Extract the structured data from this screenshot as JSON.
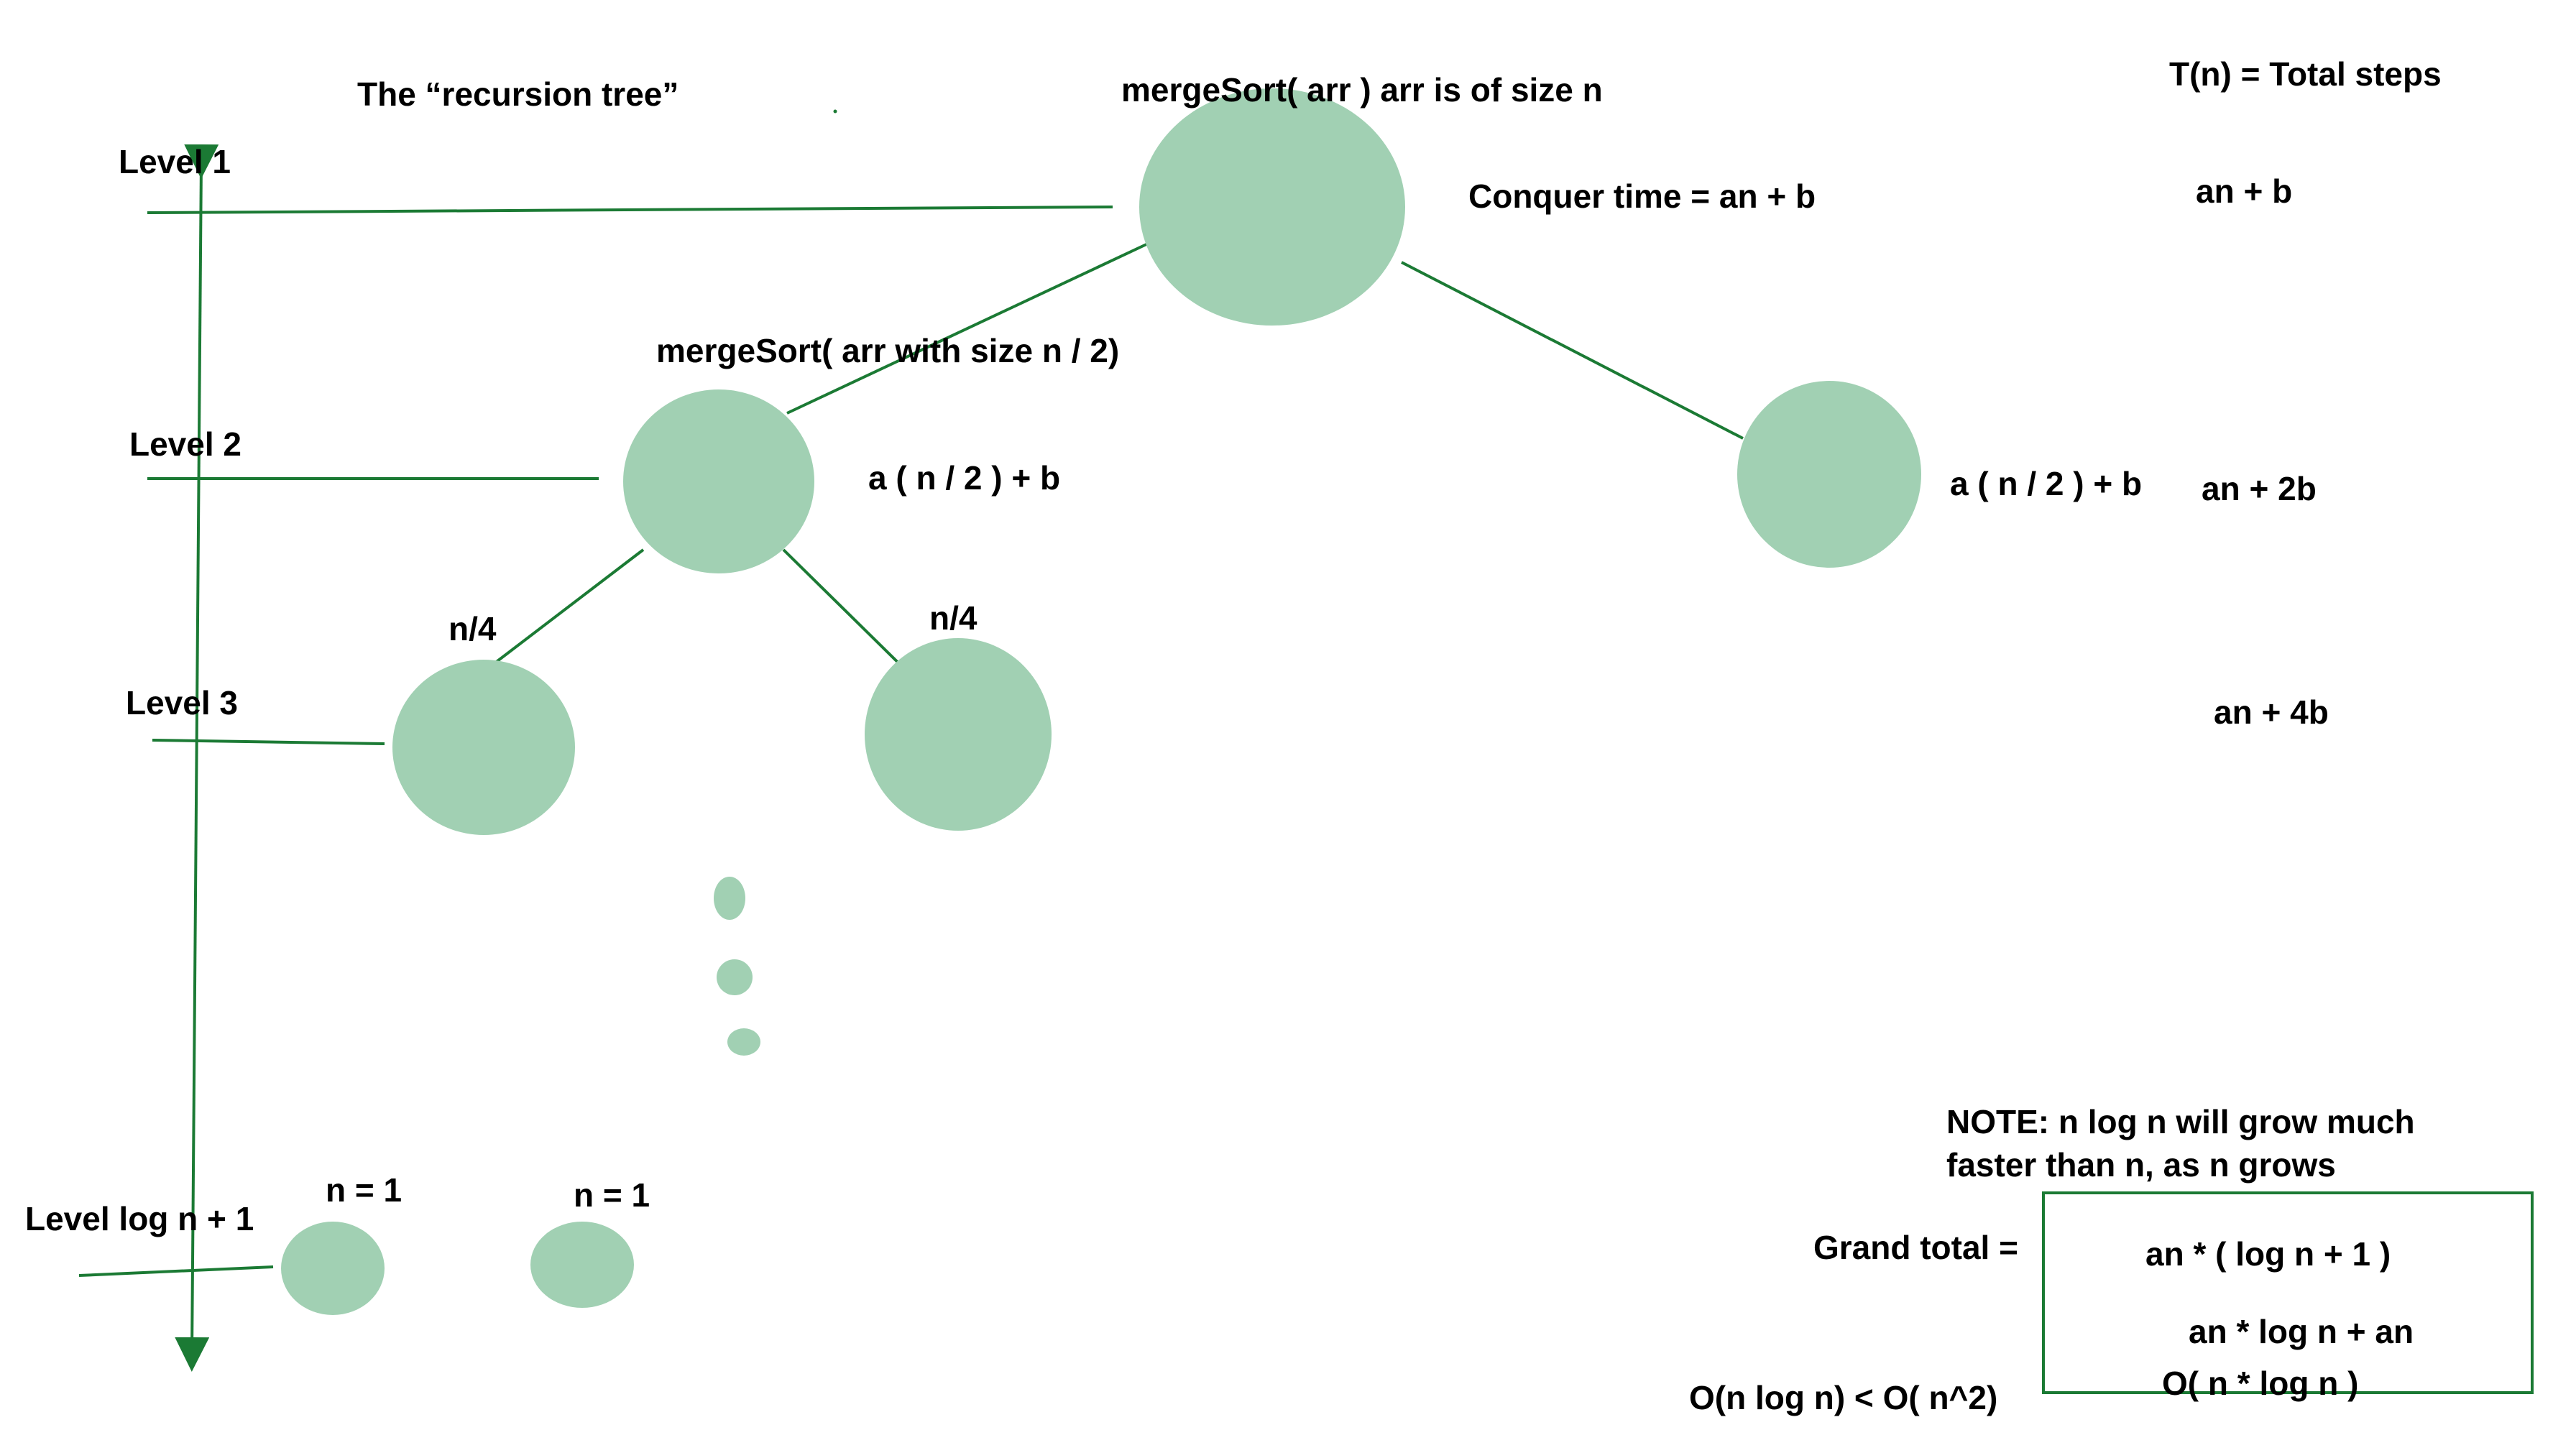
{
  "labels": {
    "title": "The “recursion tree”",
    "root_call": "mergeSort( arr )  arr is of size n",
    "total_steps_header": "T(n) = Total steps",
    "conquer_time": "Conquer time = an + b",
    "level_1_total": "an + b",
    "level_1": "Level 1",
    "child_call": "mergeSort( arr with size n / 2)",
    "level_2": "Level 2",
    "left_child_cost": "a ( n / 2 ) + b",
    "right_child_cost": "a ( n / 2 ) + b",
    "level_2_total": "an + 2b",
    "left_grandchild_size": "n/4",
    "right_grandchild_size": "n/4",
    "level_3": "Level 3",
    "level_3_total": "an + 4b",
    "level_last": "Level log n + 1",
    "leaf_1_size": "n = 1",
    "leaf_2_size": "n = 1",
    "note_line_1": "NOTE: n log n will grow much",
    "note_line_2": "faster than n, as n grows",
    "grand_total": "Grand total =",
    "total_formula_1": "an * ( log n + 1 )",
    "total_formula_2": "an * log n + an",
    "total_big_o": "O( n * log n )",
    "comparison": "O(n log n) < O( n^2)"
  },
  "colors": {
    "node_fill": "#a1d0b3",
    "edge_stroke": "#1b7a34",
    "text": "#000000"
  }
}
